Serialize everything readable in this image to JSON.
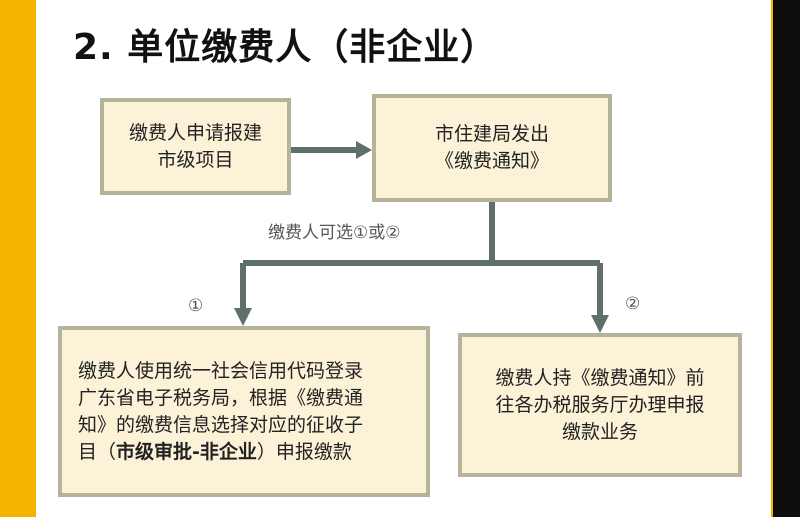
{
  "title": "2. 单位缴费人（非企业）",
  "boxes": {
    "apply": "缴费人申请报建\n市级项目",
    "notice": "市住建局发出\n《缴费通知》",
    "option1": {
      "line1": "缴费人使用统一社会信用代码登录",
      "line2": "广东省电子税务局，根据《缴费通",
      "line3": "知》的缴费信息选择对应的征收子",
      "line4_pre": "目（",
      "line4_bold": "市级审批-非企业",
      "line4_post": "）申报缴款"
    },
    "option2": "缴费人持《缴费通知》前\n往各办税服务厅办理申报\n缴款业务"
  },
  "labels": {
    "choice": "缴费人可选①或②",
    "circle1": "①",
    "circle2": "②"
  },
  "colors": {
    "background": "#f5b300",
    "box_fill": "#fbf2d8",
    "box_border": "#b5b39a",
    "arrow": "#5f6f6b"
  }
}
